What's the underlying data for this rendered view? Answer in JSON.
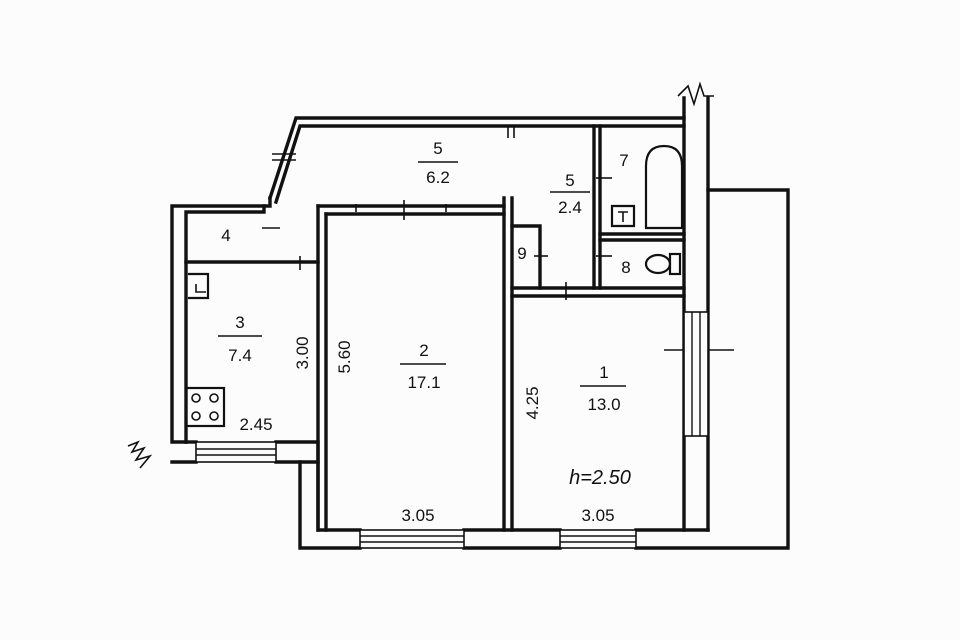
{
  "plan": {
    "ceiling_height": "h=2.50",
    "rooms": [
      {
        "id": "room-1",
        "number": "1",
        "area": "13.0"
      },
      {
        "id": "room-2",
        "number": "2",
        "area": "17.1"
      },
      {
        "id": "room-3",
        "number": "3",
        "area": "7.4"
      },
      {
        "id": "room-4",
        "number": "4"
      },
      {
        "id": "room-5-hall",
        "number": "5",
        "area": "6.2"
      },
      {
        "id": "room-5-corridor",
        "number": "5",
        "area": "2.4"
      },
      {
        "id": "room-7",
        "number": "7"
      },
      {
        "id": "room-8",
        "number": "8"
      },
      {
        "id": "room-9",
        "number": "9"
      }
    ],
    "dimensions": {
      "room3_width": "2.45",
      "room3_depth": "3.00",
      "room2_depth": "5.60",
      "room1_depth": "4.25",
      "room2_width": "3.05",
      "room1_width": "3.05"
    }
  }
}
